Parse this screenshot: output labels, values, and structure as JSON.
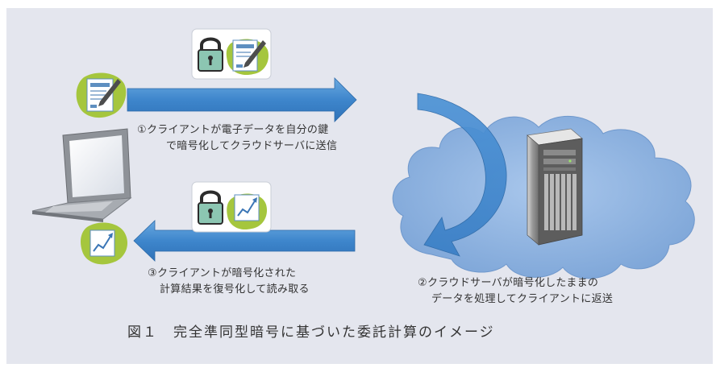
{
  "steps": {
    "step1_line1": "①クライアントが電子データを自分の鍵",
    "step1_line2": "で暗号化してクラウドサーバに送信",
    "step2_line1": "②クラウドサーバが暗号化したままの",
    "step2_line2": "データを処理してクライアントに返送",
    "step3_line1": "③クライアントが暗号化された",
    "step3_line2": "計算結果を復号化して読み取る"
  },
  "caption": "図１　完全準同型暗号に基づいた委託計算のイメージ",
  "icons": [
    "document-pen-icon",
    "padlock-icon",
    "chart-up-icon",
    "laptop-icon",
    "server-tower-icon",
    "cloud-icon"
  ],
  "colors": {
    "panel_bg": "#e4e6ee",
    "arrow_blue": "#3f88cd",
    "cloud_fill": "#92b6e2",
    "lock_teal": "#8cc6b2",
    "blob_green": "#9ec33c"
  }
}
